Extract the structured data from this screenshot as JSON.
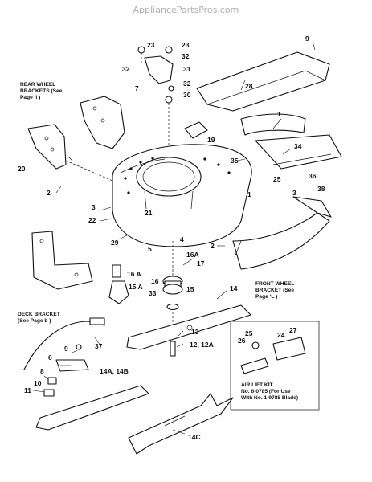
{
  "header": {
    "site": "AppliancePartsPros.com"
  },
  "diagram": {
    "callouts": [
      {
        "id": "c9",
        "text": "9"
      },
      {
        "id": "c23a",
        "text": "23"
      },
      {
        "id": "c23b",
        "text": "23"
      },
      {
        "id": "c32a",
        "text": "32"
      },
      {
        "id": "c32b",
        "text": "32"
      },
      {
        "id": "c31",
        "text": "31"
      },
      {
        "id": "c7",
        "text": "7"
      },
      {
        "id": "c32c",
        "text": "32"
      },
      {
        "id": "c30",
        "text": "30"
      },
      {
        "id": "c28",
        "text": "28"
      },
      {
        "id": "c1a",
        "text": "1"
      },
      {
        "id": "c19",
        "text": "19"
      },
      {
        "id": "c34",
        "text": "34"
      },
      {
        "id": "c35",
        "text": "35"
      },
      {
        "id": "c25a",
        "text": "25"
      },
      {
        "id": "c36",
        "text": "36"
      },
      {
        "id": "c3",
        "text": "3"
      },
      {
        "id": "c38",
        "text": "38"
      },
      {
        "id": "c20",
        "text": "20"
      },
      {
        "id": "c2a",
        "text": "2"
      },
      {
        "id": "c1b",
        "text": "1"
      },
      {
        "id": "c3b",
        "text": "3"
      },
      {
        "id": "c21",
        "text": "21"
      },
      {
        "id": "c22",
        "text": "22"
      },
      {
        "id": "c4",
        "text": "4"
      },
      {
        "id": "c2b",
        "text": "2"
      },
      {
        "id": "c29",
        "text": "29"
      },
      {
        "id": "c5",
        "text": "5"
      },
      {
        "id": "c16A",
        "text": "16A"
      },
      {
        "id": "c17",
        "text": "17"
      },
      {
        "id": "c16",
        "text": "16"
      },
      {
        "id": "c16Ab",
        "text": "16 A"
      },
      {
        "id": "c15A",
        "text": "15 A"
      },
      {
        "id": "c15",
        "text": "15"
      },
      {
        "id": "c33",
        "text": "33"
      },
      {
        "id": "c14",
        "text": "14"
      },
      {
        "id": "c13",
        "text": "13"
      },
      {
        "id": "c12",
        "text": "12, 12A"
      },
      {
        "id": "c37",
        "text": "37"
      },
      {
        "id": "c9b",
        "text": "9"
      },
      {
        "id": "c6",
        "text": "6"
      },
      {
        "id": "c8",
        "text": "8"
      },
      {
        "id": "c10",
        "text": "10"
      },
      {
        "id": "c11",
        "text": "11"
      },
      {
        "id": "c14A",
        "text": "14A, 14B"
      },
      {
        "id": "c14C",
        "text": "14C"
      },
      {
        "id": "c25b",
        "text": "25"
      },
      {
        "id": "c24",
        "text": "24"
      },
      {
        "id": "c27",
        "text": "27"
      },
      {
        "id": "c26",
        "text": "26"
      }
    ],
    "notes": {
      "rear_wheel": [
        "REAR WHEEL",
        "BRACKETS (See",
        "Page ‘I )"
      ],
      "front_wheel": [
        "FRONT WHEEL",
        "BRACKET (See",
        "Page ‘L )"
      ],
      "deck_bracket": [
        "DECK BRACKET",
        "(See Page b )"
      ],
      "air_lift": [
        "AIR LIFT KIT",
        "No. 6-0785 (For Use",
        "With No. 1-9785 Blade)"
      ]
    }
  }
}
